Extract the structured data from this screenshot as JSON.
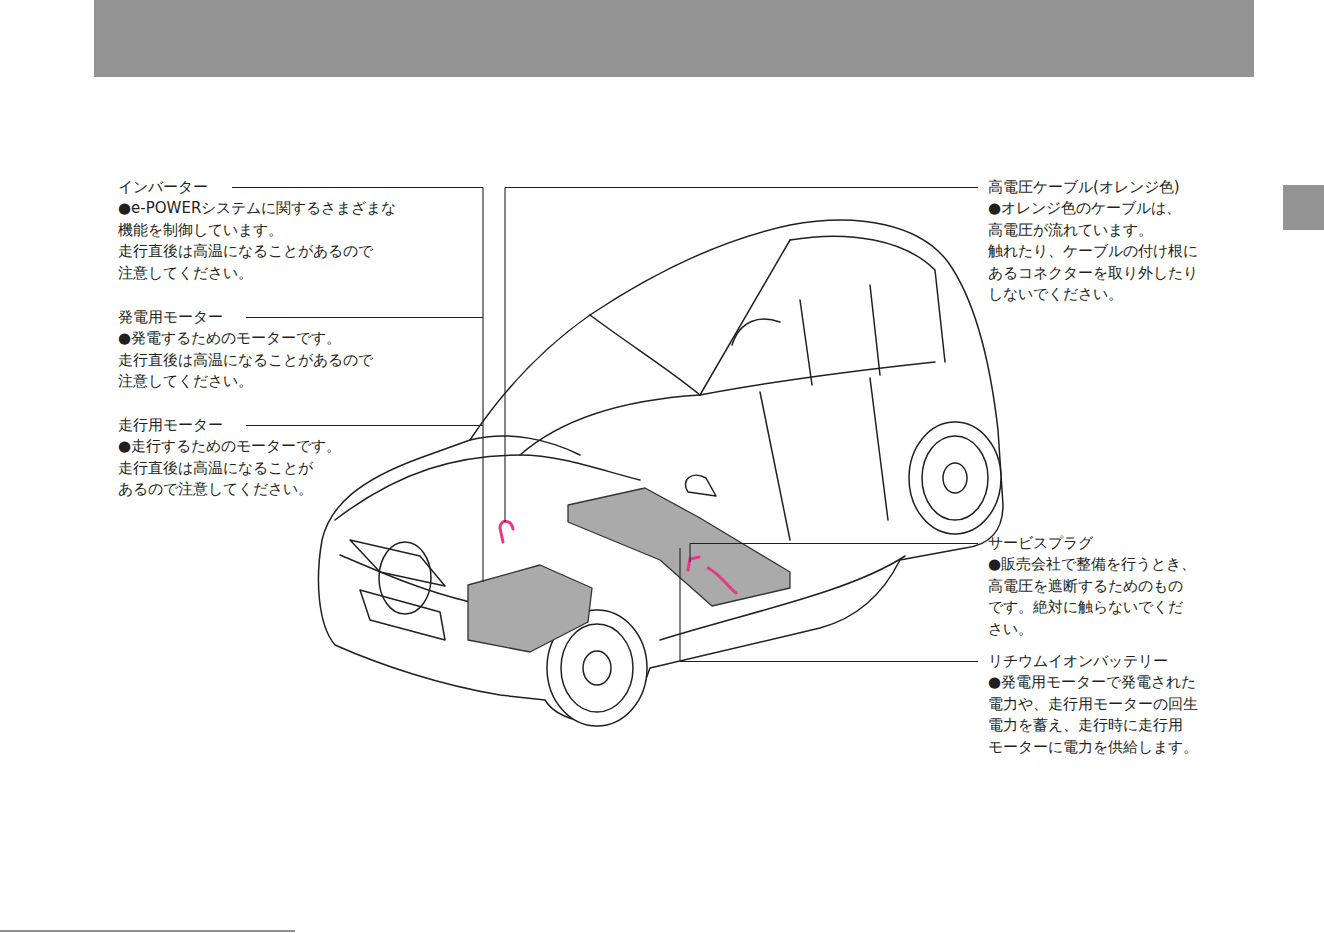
{
  "diagram": {
    "labels": [
      "インバーター",
      "●e-POWERシステムに関するさまざまな 機能を制御しています。 走行直後は高温になることがあるので 注意してください。",
      "発電用モーター",
      "●発電するためのモーターです。 走行直後は高温になることがあるので 注意してください。",
      "走行用モーター",
      "●走行するためのモーターです。 走行直後は高温になることが あるので注意してください。",
      "高電圧ケーブル(オレンジ色)",
      "●オレンジ色のケーブルは、 高電圧が流れています。 触れたり、ケーブルの付け根に あるコネクターを取り外したり しないでください。",
      "サービスプラグ",
      "●販売会社で整備を行うとき、 高電圧を遮断するためのもの です。絶対に触らないでくだ さい。",
      "リチウムイオンバッテリー",
      "●発電用モーターで発電された 電力や、走行用モーターの回生 電力を蓄え、走行時に走行用 モーターに電力を供給します。"
    ]
  }
}
